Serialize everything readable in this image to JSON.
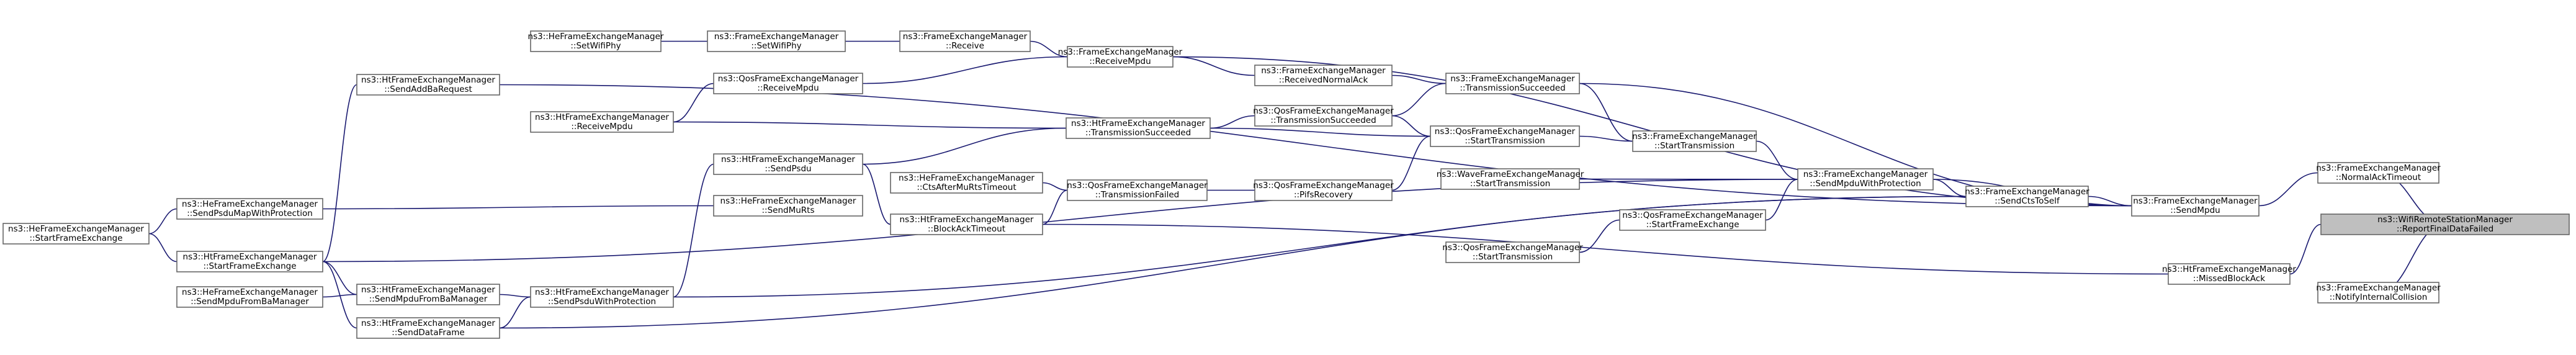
{
  "colors": {
    "edge": "#191970",
    "node_border": "#666666",
    "root_fill": "#bfbfbf",
    "node_fill": "#ffffff"
  },
  "nodes": [
    {
      "id": "root",
      "lines": [
        "ns3::WifiRemoteStationManager",
        "::ReportFinalDataFailed"
      ],
      "root": true
    },
    {
      "id": "normalAckTimeout",
      "lines": [
        "ns3::FrameExchangeManager",
        "::NormalAckTimeout"
      ]
    },
    {
      "id": "missedBlockAck",
      "lines": [
        "ns3::HtFrameExchangeManager",
        "::MissedBlockAck"
      ]
    },
    {
      "id": "notifyInternalCollision",
      "lines": [
        "ns3::FrameExchangeManager",
        "::NotifyInternalCollision"
      ]
    },
    {
      "id": "sendMpdu",
      "lines": [
        "ns3::FrameExchangeManager",
        "::SendMpdu"
      ]
    },
    {
      "id": "sendCtsToSelf",
      "lines": [
        "ns3::FrameExchangeManager",
        "::SendCtsToSelf"
      ]
    },
    {
      "id": "sendMpduWithProtection",
      "lines": [
        "ns3::FrameExchangeManager",
        "::SendMpduWithProtection"
      ]
    },
    {
      "id": "fem_startTransmission",
      "lines": [
        "ns3::FrameExchangeManager",
        "::StartTransmission"
      ]
    },
    {
      "id": "fem_transmissionSucceeded",
      "lines": [
        "ns3::FrameExchangeManager",
        "::TransmissionSucceeded"
      ]
    },
    {
      "id": "qos_startFrameExchange",
      "lines": [
        "ns3::QosFrameExchangeManager",
        "::StartFrameExchange"
      ]
    },
    {
      "id": "qos_startTransmission_b",
      "lines": [
        "ns3::QosFrameExchangeManager",
        "::StartTransmission"
      ]
    },
    {
      "id": "receiveMpdu",
      "lines": [
        "ns3::FrameExchangeManager",
        "::ReceiveMpdu"
      ]
    },
    {
      "id": "receivedNormalAck",
      "lines": [
        "ns3::FrameExchangeManager",
        "::ReceivedNormalAck"
      ]
    },
    {
      "id": "qos_transmissionSucceeded",
      "lines": [
        "ns3::QosFrameExchangeManager",
        "::TransmissionSucceeded"
      ]
    },
    {
      "id": "qos_startTransmission_a",
      "lines": [
        "ns3::QosFrameExchangeManager",
        "::StartTransmission"
      ]
    },
    {
      "id": "wave_startTransmission",
      "lines": [
        "ns3::WaveFrameExchangeManager",
        "::StartTransmission"
      ]
    },
    {
      "id": "pifsRecovery",
      "lines": [
        "ns3::QosFrameExchangeManager",
        "::PifsRecovery"
      ]
    },
    {
      "id": "fem_receive",
      "lines": [
        "ns3::FrameExchangeManager",
        "::Receive"
      ]
    },
    {
      "id": "fem_setWifiPhy",
      "lines": [
        "ns3::FrameExchangeManager",
        "::SetWifiPhy"
      ]
    },
    {
      "id": "he_setWifiPhy",
      "lines": [
        "ns3::HeFrameExchangeManager",
        "::SetWifiPhy"
      ]
    },
    {
      "id": "ht_transmissionSucceeded",
      "lines": [
        "ns3::HtFrameExchangeManager",
        "::TransmissionSucceeded"
      ]
    },
    {
      "id": "qos_transmissionFailed",
      "lines": [
        "ns3::QosFrameExchangeManager",
        "::TransmissionFailed"
      ]
    },
    {
      "id": "qos_receiveMpdu",
      "lines": [
        "ns3::QosFrameExchangeManager",
        "::ReceiveMpdu"
      ]
    },
    {
      "id": "ht_sendPsdu",
      "lines": [
        "ns3::HtFrameExchangeManager",
        "::SendPsdu"
      ]
    },
    {
      "id": "he_ctsAfterMuRtsTimeout",
      "lines": [
        "ns3::HeFrameExchangeManager",
        "::CtsAfterMuRtsTimeout"
      ]
    },
    {
      "id": "ht_blockAckTimeout",
      "lines": [
        "ns3::HtFrameExchangeManager",
        "::BlockAckTimeout"
      ]
    },
    {
      "id": "he_sendMuRts",
      "lines": [
        "ns3::HeFrameExchangeManager",
        "::SendMuRts"
      ]
    },
    {
      "id": "ht_receiveMpdu",
      "lines": [
        "ns3::HtFrameExchangeManager",
        "::ReceiveMpdu"
      ]
    },
    {
      "id": "ht_sendAddBaRequest",
      "lines": [
        "ns3::HtFrameExchangeManager",
        "::SendAddBaRequest"
      ]
    },
    {
      "id": "he_sendPsduMapWithProtection",
      "lines": [
        "ns3::HeFrameExchangeManager",
        "::SendPsduMapWithProtection"
      ]
    },
    {
      "id": "ht_startFrameExchange",
      "lines": [
        "ns3::HtFrameExchangeManager",
        "::StartFrameExchange"
      ]
    },
    {
      "id": "he_startFrameExchange",
      "lines": [
        "ns3::HeFrameExchangeManager",
        "::StartFrameExchange"
      ]
    },
    {
      "id": "ht_sendPsduWithProtection",
      "lines": [
        "ns3::HtFrameExchangeManager",
        "::SendPsduWithProtection"
      ]
    },
    {
      "id": "ht_sendMpduFromBaManager",
      "lines": [
        "ns3::HtFrameExchangeManager",
        "::SendMpduFromBaManager"
      ]
    },
    {
      "id": "he_sendMpduFromBaManager",
      "lines": [
        "ns3::HeFrameExchangeManager",
        "::SendMpduFromBaManager"
      ]
    },
    {
      "id": "ht_sendDataFrame",
      "lines": [
        "ns3::HtFrameExchangeManager",
        "::SendDataFrame"
      ]
    }
  ],
  "edges": [
    {
      "from": "normalAckTimeout",
      "to": "root"
    },
    {
      "from": "missedBlockAck",
      "to": "root"
    },
    {
      "from": "notifyInternalCollision",
      "to": "root"
    },
    {
      "from": "sendMpdu",
      "to": "normalAckTimeout"
    },
    {
      "from": "sendCtsToSelf",
      "to": "sendMpdu"
    },
    {
      "from": "sendMpduWithProtection",
      "to": "sendMpdu"
    },
    {
      "from": "sendMpduWithProtection",
      "to": "sendCtsToSelf"
    },
    {
      "from": "fem_startTransmission",
      "to": "sendMpduWithProtection"
    },
    {
      "from": "qos_startFrameExchange",
      "to": "sendMpduWithProtection"
    },
    {
      "from": "wave_startTransmission",
      "to": "sendMpduWithProtection"
    },
    {
      "from": "ht_startFrameExchange",
      "to": "sendMpduWithProtection"
    },
    {
      "from": "qos_startTransmission_b",
      "to": "qos_startFrameExchange"
    },
    {
      "from": "fem_transmissionSucceeded",
      "to": "fem_startTransmission"
    },
    {
      "from": "qos_startTransmission_a",
      "to": "fem_startTransmission"
    },
    {
      "from": "pifsRecovery",
      "to": "qos_startTransmission_a"
    },
    {
      "from": "ht_transmissionSucceeded",
      "to": "qos_startTransmission_a"
    },
    {
      "from": "qos_transmissionSucceeded",
      "to": "qos_startTransmission_a"
    },
    {
      "from": "receivedNormalAck",
      "to": "fem_transmissionSucceeded"
    },
    {
      "from": "qos_transmissionSucceeded",
      "to": "fem_transmissionSucceeded"
    },
    {
      "from": "sendMpdu",
      "to": "fem_transmissionSucceeded"
    },
    {
      "from": "receiveMpdu",
      "to": "receivedNormalAck"
    },
    {
      "from": "ht_transmissionSucceeded",
      "to": "qos_transmissionSucceeded"
    },
    {
      "from": "fem_receive",
      "to": "receiveMpdu"
    },
    {
      "from": "fem_setWifiPhy",
      "to": "fem_receive"
    },
    {
      "from": "he_setWifiPhy",
      "to": "fem_setWifiPhy"
    },
    {
      "from": "qos_receiveMpdu",
      "to": "receiveMpdu"
    },
    {
      "from": "ht_receiveMpdu",
      "to": "qos_receiveMpdu"
    },
    {
      "from": "ht_sendPsdu",
      "to": "ht_transmissionSucceeded"
    },
    {
      "from": "ht_receiveMpdu",
      "to": "ht_transmissionSucceeded"
    },
    {
      "from": "ht_sendPsduWithProtection",
      "to": "ht_sendPsdu"
    },
    {
      "from": "qos_transmissionFailed",
      "to": "pifsRecovery"
    },
    {
      "from": "he_ctsAfterMuRtsTimeout",
      "to": "qos_transmissionFailed"
    },
    {
      "from": "ht_blockAckTimeout",
      "to": "qos_transmissionFailed"
    },
    {
      "from": "ht_sendPsdu",
      "to": "ht_blockAckTimeout"
    },
    {
      "from": "he_sendPsduMapWithProtection",
      "to": "he_sendMuRts"
    },
    {
      "from": "he_startFrameExchange",
      "to": "he_sendPsduMapWithProtection"
    },
    {
      "from": "ht_sendAddBaRequest",
      "to": "ht_startFrameExchange"
    },
    {
      "from": "he_startFrameExchange",
      "to": "ht_startFrameExchange"
    },
    {
      "from": "ht_sendMpduFromBaManager",
      "to": "ht_startFrameExchange"
    },
    {
      "from": "ht_sendDataFrame",
      "to": "ht_startFrameExchange"
    },
    {
      "from": "he_sendMpduFromBaManager",
      "to": "ht_sendMpduFromBaManager"
    },
    {
      "from": "ht_sendPsduWithProtection",
      "to": "ht_sendMpduFromBaManager"
    },
    {
      "from": "ht_sendPsduWithProtection",
      "to": "ht_sendDataFrame"
    },
    {
      "from": "ht_sendAddBaRequest",
      "to": "sendMpdu"
    },
    {
      "from": "sendCtsToSelf",
      "to": "ht_sendPsduWithProtection"
    },
    {
      "from": "sendCtsToSelf",
      "to": "ht_sendDataFrame"
    },
    {
      "from": "missedBlockAck",
      "to": "ht_blockAckTimeout"
    },
    {
      "from": "sendMpdu",
      "to": "receiveMpdu"
    }
  ]
}
